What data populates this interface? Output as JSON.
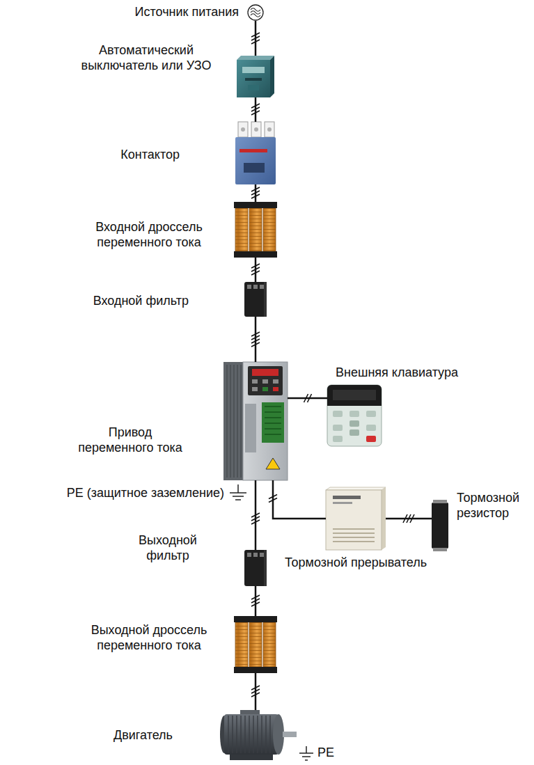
{
  "diagram": {
    "nodes": [
      {
        "text": [
          "Источник питания"
        ]
      },
      {
        "text": [
          "Автоматический выключатель или УЗО"
        ]
      },
      {
        "text": [
          "Контактор"
        ]
      },
      {
        "text": [
          "Входной дроссель переменного тока"
        ]
      },
      {
        "text": [
          "Входной фильтр"
        ]
      },
      {
        "text": [
          "Внешняя клавиатура"
        ]
      },
      {
        "text": [
          "Привод переменного тока"
        ]
      },
      {
        "text": [
          "Тормозной прерыватель"
        ]
      },
      {
        "text": [
          "Тормозной резистор"
        ]
      },
      {
        "text": [
          "Выходной фильтр"
        ]
      },
      {
        "text": [
          "Выходной дроссель переменного тока"
        ]
      },
      {
        "text": [
          "Двигатель"
        ]
      }
    ],
    "edges": [
      {
        "from": 0,
        "to": 1,
        "arrow": "none"
      },
      {
        "from": 1,
        "to": 2,
        "arrow": "none"
      },
      {
        "from": 2,
        "to": 3,
        "arrow": "none"
      },
      {
        "from": 3,
        "to": 4,
        "arrow": "none"
      },
      {
        "from": 4,
        "to": 6,
        "arrow": "none"
      },
      {
        "from": 6,
        "to": 5,
        "arrow": "none"
      },
      {
        "from": 6,
        "to": 7,
        "arrow": "none"
      },
      {
        "from": 7,
        "to": 8,
        "arrow": "none"
      },
      {
        "from": 6,
        "to": 9,
        "arrow": "none"
      },
      {
        "from": 9,
        "to": 10,
        "arrow": "none"
      },
      {
        "from": 10,
        "to": 11,
        "arrow": "none"
      }
    ],
    "labels": [
      "PE (защитное заземление)",
      "PE"
    ]
  }
}
